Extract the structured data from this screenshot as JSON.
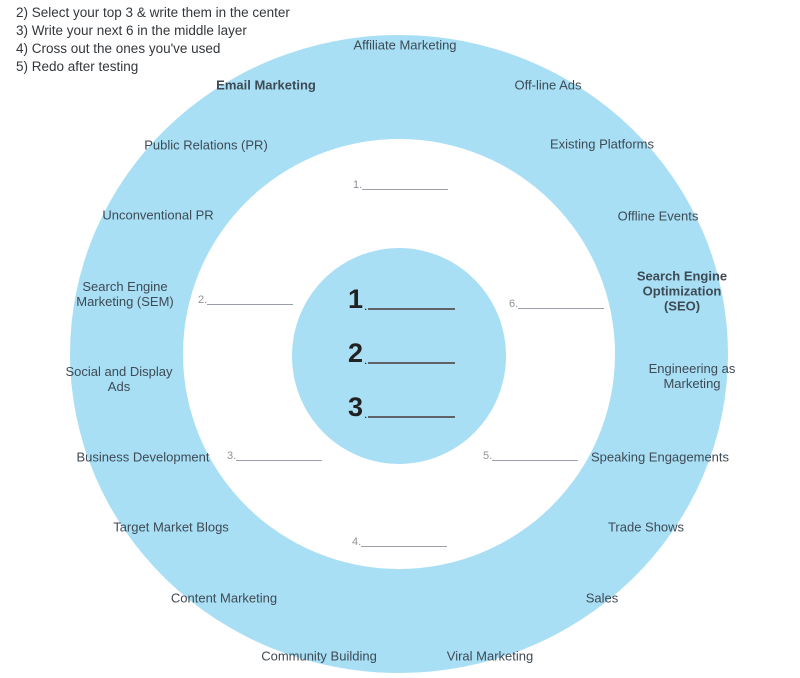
{
  "instructions": {
    "lines": [
      "2) Select your top 3 & write them in the center",
      "3) Write your next 6 in the middle layer",
      "4) Cross out the ones you've used",
      "5) Redo after testing"
    ]
  },
  "colors": {
    "ring_blue": "#A8DFF5",
    "label_text": "#3E4A54",
    "instruction_text": "#33373B",
    "blank_text": "#8E9297",
    "blank_line": "#9AA0A6",
    "center_number": "#212121",
    "center_line": "#5F6368",
    "background": "#FFFFFF"
  },
  "wheel": {
    "channels": [
      {
        "label": "Affiliate Marketing",
        "emphasis": false
      },
      {
        "label": "Off-line Ads",
        "emphasis": false
      },
      {
        "label": "Existing Platforms",
        "emphasis": false
      },
      {
        "label": "Offline Events",
        "emphasis": false
      },
      {
        "label": "Search Engine Optimization (SEO)",
        "emphasis": true
      },
      {
        "label": "Engineering as Marketing",
        "emphasis": false
      },
      {
        "label": "Speaking Engagements",
        "emphasis": false
      },
      {
        "label": "Trade Shows",
        "emphasis": false
      },
      {
        "label": "Sales",
        "emphasis": false
      },
      {
        "label": "Viral Marketing",
        "emphasis": false
      },
      {
        "label": "Community Building",
        "emphasis": false
      },
      {
        "label": "Content Marketing",
        "emphasis": false
      },
      {
        "label": "Target Market Blogs",
        "emphasis": false
      },
      {
        "label": "Business Development",
        "emphasis": false
      },
      {
        "label": "Social and Display Ads",
        "emphasis": false
      },
      {
        "label": "Search Engine Marketing (SEM)",
        "emphasis": false
      },
      {
        "label": "Unconventional PR",
        "emphasis": false
      },
      {
        "label": "Public Relations (PR)",
        "emphasis": false
      },
      {
        "label": "Email Marketing",
        "emphasis": true
      }
    ],
    "middle_blanks": [
      {
        "number": "1."
      },
      {
        "number": "2."
      },
      {
        "number": "3."
      },
      {
        "number": "4."
      },
      {
        "number": "5."
      },
      {
        "number": "6."
      }
    ],
    "center_slots": [
      {
        "number": "1"
      },
      {
        "number": "2"
      },
      {
        "number": "3"
      }
    ],
    "slot_period": "."
  }
}
